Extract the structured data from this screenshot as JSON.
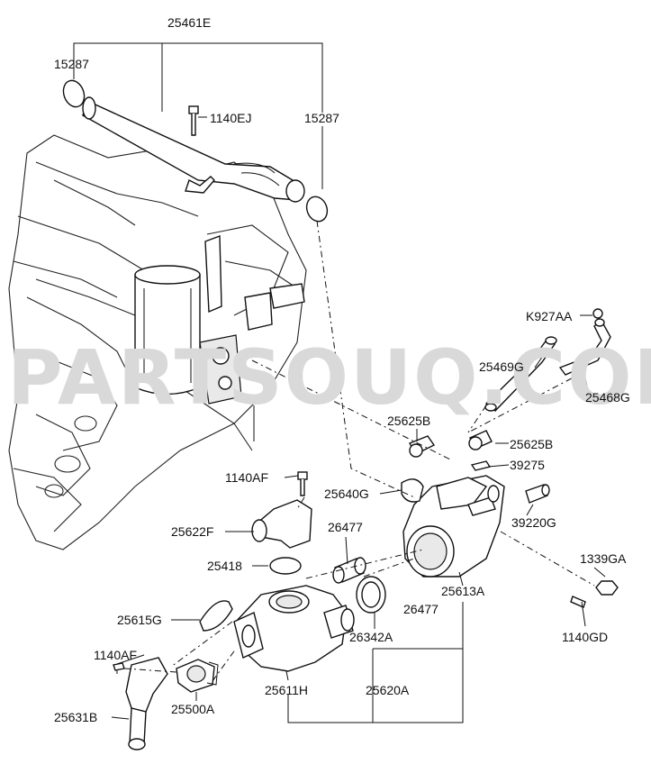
{
  "watermark": "PARTSOUQ.COM",
  "labels": {
    "l25461E": "25461E",
    "l15287a": "15287",
    "l15287b": "15287",
    "l1140EJ": "1140EJ",
    "lK927AA": "K927AA",
    "l25469G": "25469G",
    "l25468G": "25468G",
    "l25625Ba": "25625B",
    "l25625Bb": "25625B",
    "l39275": "39275",
    "l1140AFa": "1140AF",
    "l25640G": "25640G",
    "l39220G": "39220G",
    "l25622F": "25622F",
    "l26477a": "26477",
    "l25418": "25418",
    "l1339GA": "1339GA",
    "l25613A": "25613A",
    "l26477b": "26477",
    "l25615G": "25615G",
    "l1140GD": "1140GD",
    "l1140AFb": "1140AF",
    "l26342A": "26342A",
    "l25611H": "25611H",
    "l25620A": "25620A",
    "l25631B": "25631B",
    "l25500A": "25500A"
  }
}
